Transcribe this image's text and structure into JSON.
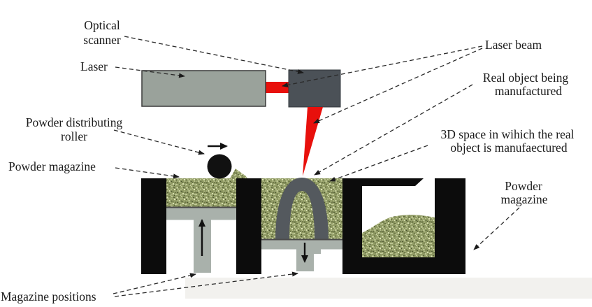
{
  "diagram": {
    "type": "process-schematic",
    "subject": "selective laser sintering 3D printing machine"
  },
  "labels": {
    "optical_scanner_line1": "Optical",
    "optical_scanner_line2": "scanner",
    "laser": "Laser",
    "laser_beam": "Laser beam",
    "real_object_line1": "Real object being",
    "real_object_line2": "manufactured",
    "space3d_line1": "3D space in wihich the real",
    "space3d_line2": "object is manufaectured",
    "roller_line1": "Powder distributing",
    "roller_line2": "roller",
    "powder_magazine_left": "Powder magazine",
    "powder_magazine_right_line1": "Powder",
    "powder_magazine_right_line2": "magazine",
    "magazine_positions": "Magazine positions"
  },
  "colors": {
    "background": "#ffffff",
    "shadow_band": "#f2f1ee",
    "laser_body": "#9aa29b",
    "laser_body_border": "#3a3a3a",
    "scanner_body": "#4b5157",
    "laser_beam_red": "#e8100c",
    "machine_black": "#0c0c0c",
    "platform_gray": "#a9b1ab",
    "platform_edge": "#4a4a4a",
    "object_gray": "#54595e",
    "powder_base": "#8f9a63",
    "leader_line": "#2a2a2a",
    "arrow_black": "#111111",
    "text": "#1b1b1b"
  }
}
